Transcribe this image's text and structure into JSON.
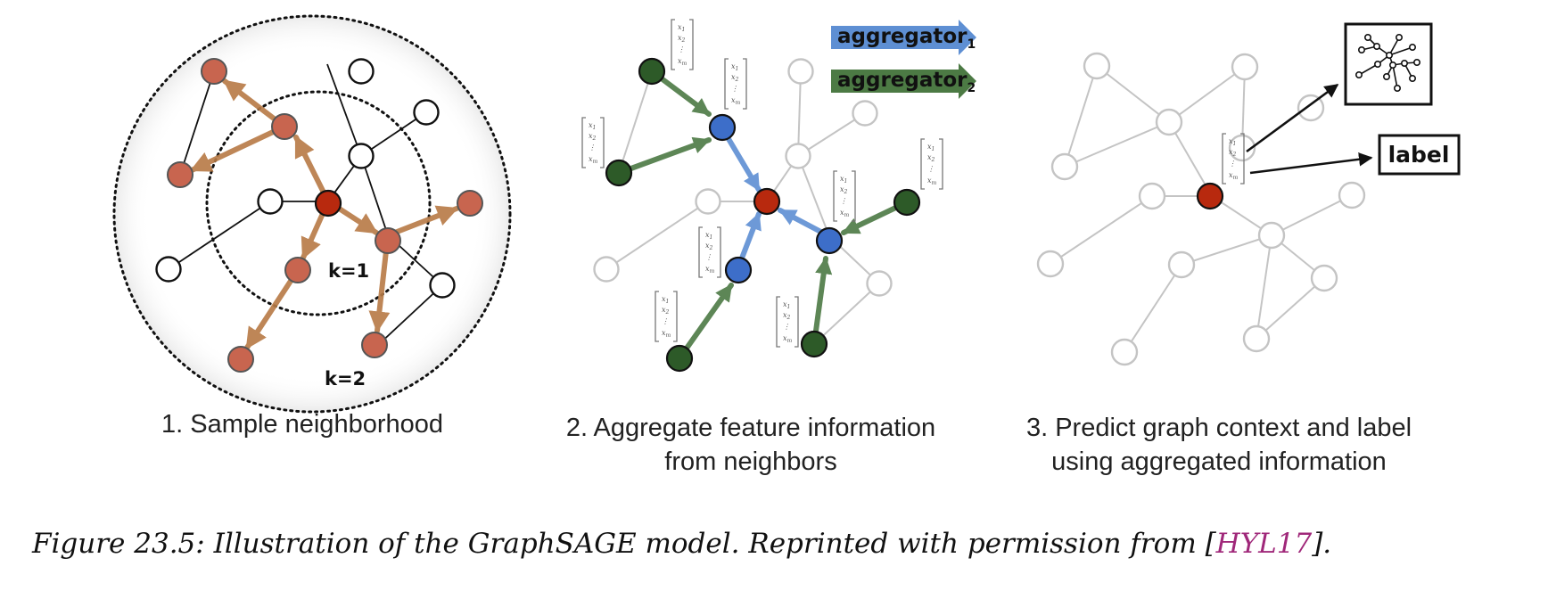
{
  "panels": [
    {
      "caption_lines": [
        "1. Sample neighborhood"
      ]
    },
    {
      "caption_lines": [
        "2. Aggregate feature information",
        "from neighbors"
      ]
    },
    {
      "caption_lines": [
        "3. Predict graph context and label",
        "using aggregated information"
      ]
    }
  ],
  "panel1": {
    "k1_label": "k=1",
    "k2_label": "k=2"
  },
  "panel2": {
    "aggregator1": {
      "text": "aggregator",
      "sub": "1"
    },
    "aggregator2": {
      "text": "aggregator",
      "sub": "2"
    }
  },
  "panel3": {
    "label_box": "label"
  },
  "feature_vector": {
    "entries": [
      "x",
      "x",
      "⋮",
      "x"
    ],
    "subscripts": [
      "1",
      "2",
      "",
      "m"
    ]
  },
  "figure_caption": {
    "text": "Figure 23.5: Illustration of the GraphSAGE model. Reprinted with permission from [",
    "ref": "HYL17",
    "end": "]."
  },
  "colors": {
    "target_node": "#b8290e",
    "sampled_node": "#c8654f",
    "sampled_edge": "#b77a45",
    "aggregator1": "#5e8fd3",
    "aggregator2": "#4c7a44",
    "hop1_node": "#3d6ec9",
    "hop2_node": "#2d5a28",
    "faded": "#c4c4c4"
  }
}
